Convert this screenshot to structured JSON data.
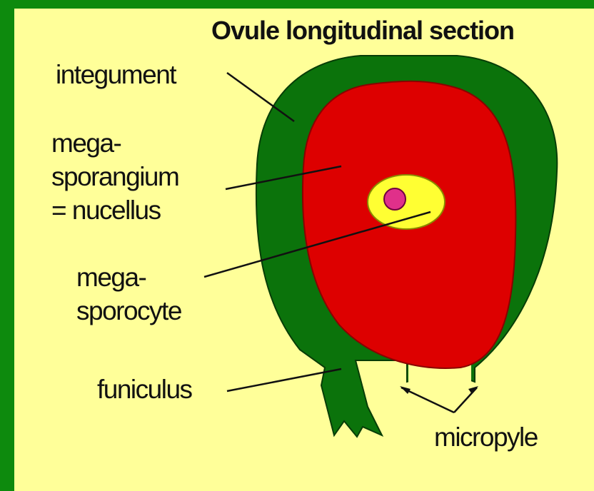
{
  "title": "Ovule longitudinal section",
  "labels": {
    "integument": "integument",
    "megasporangium_1": "mega-",
    "megasporangium_2": "sporangium",
    "megasporangium_3": "= nucellus",
    "megasporocyte_1": "mega-",
    "megasporocyte_2": "sporocyte",
    "funiculus": "funiculus",
    "micropyle": "micropyle"
  },
  "colors": {
    "background": "#ffff99",
    "border": "#0d8a0d",
    "integument": "#0b730b",
    "nucellus": "#dd0000",
    "megasporocyte": "#ffff33",
    "nucleus": "#e0308a",
    "line": "#111111"
  }
}
